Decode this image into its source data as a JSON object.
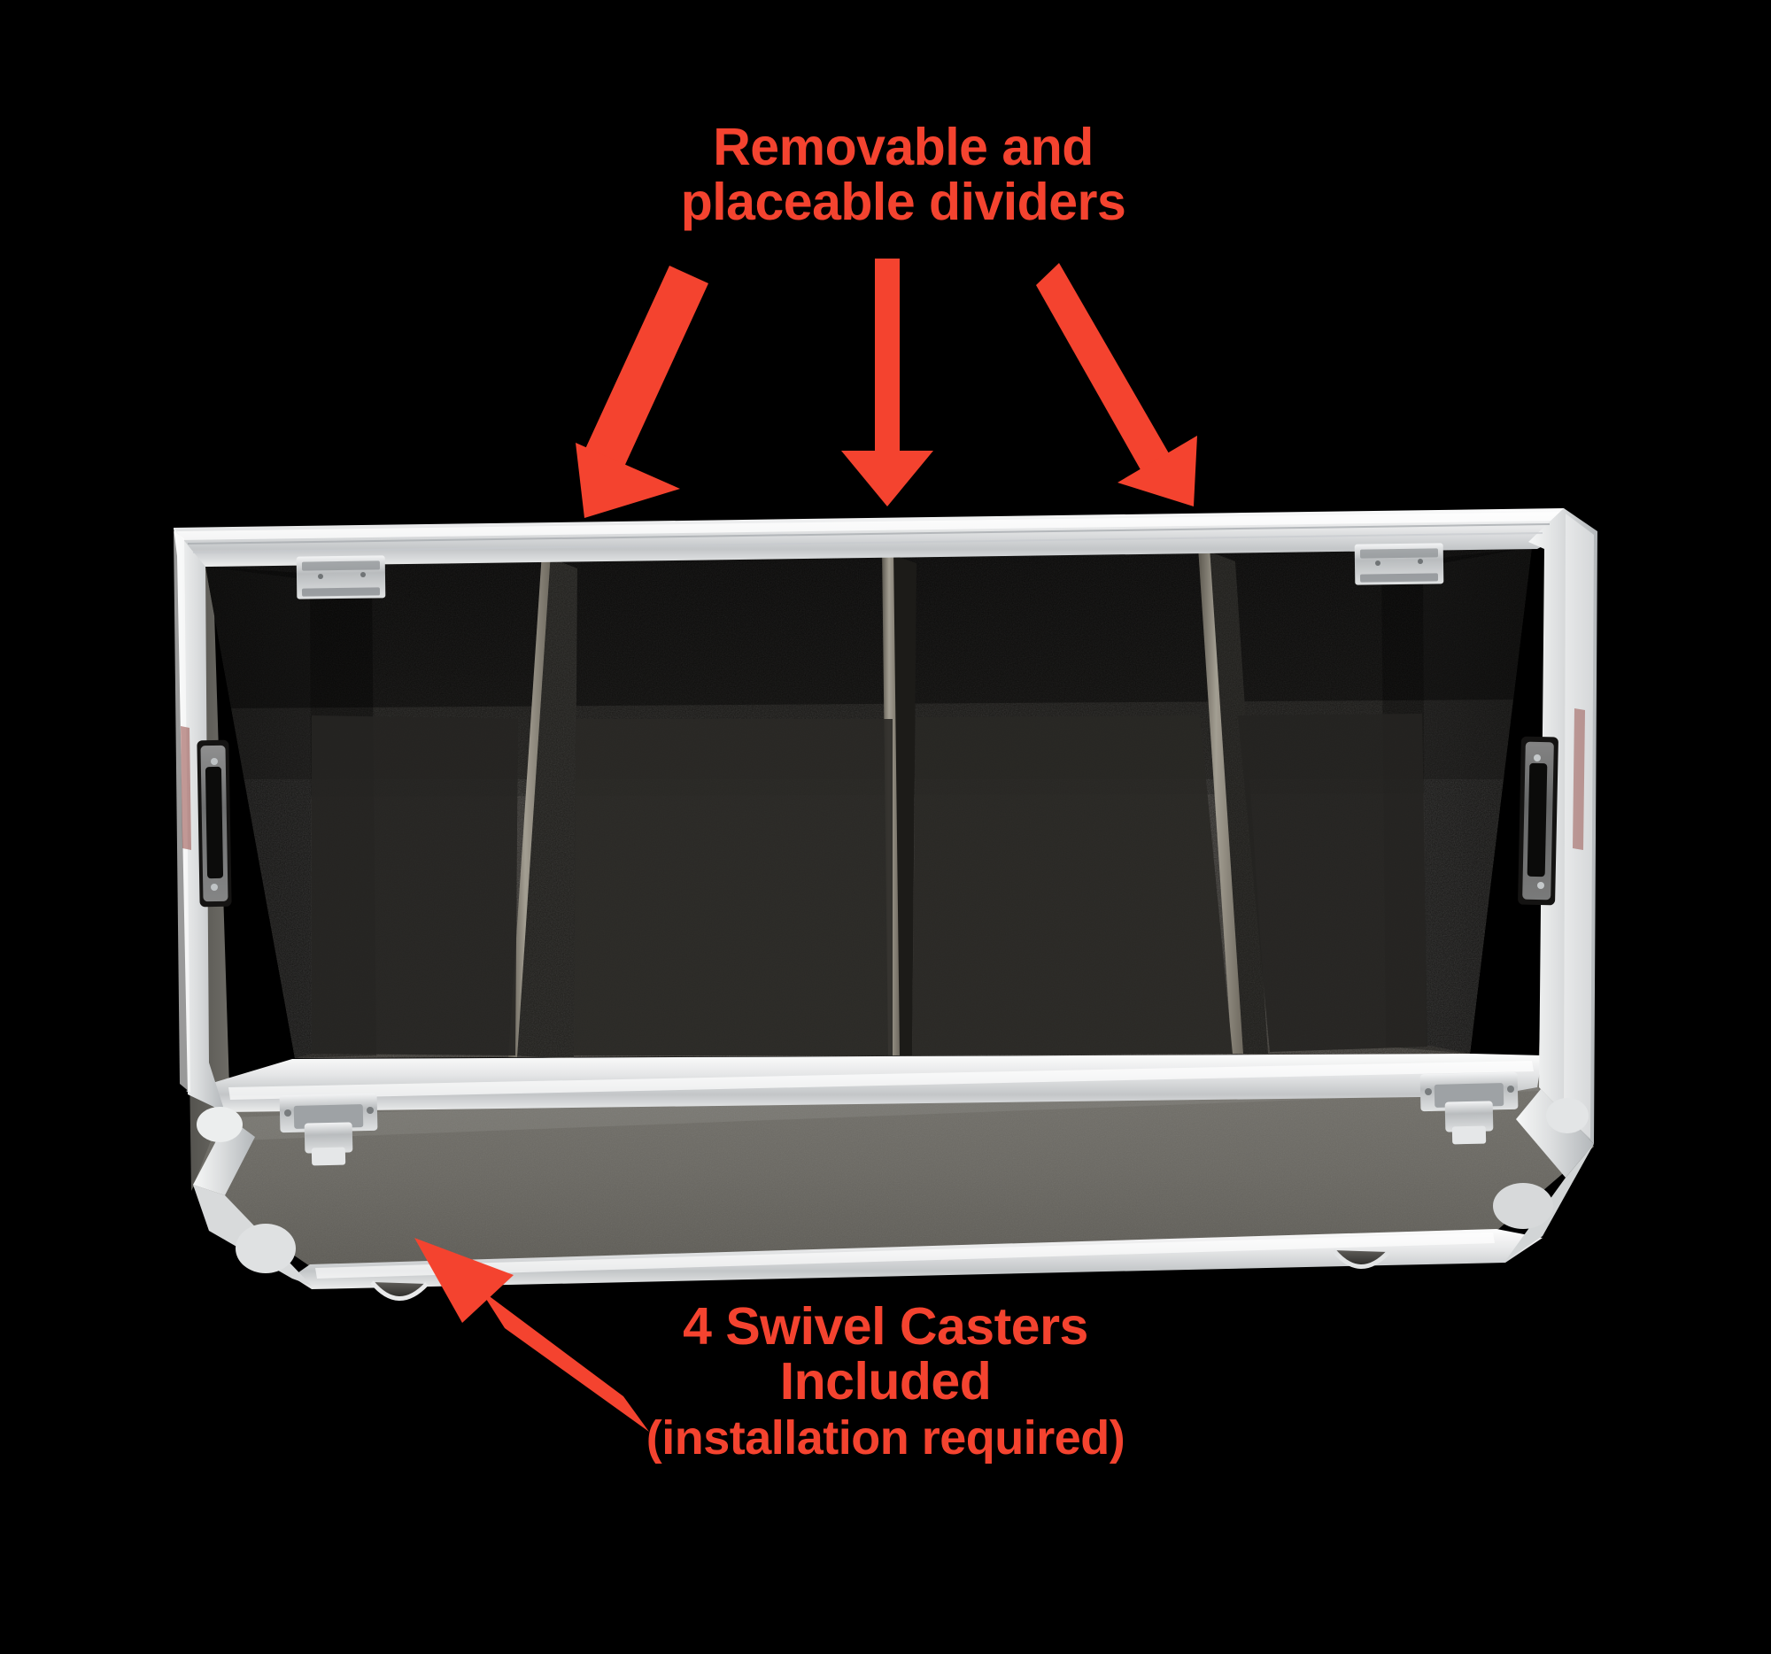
{
  "background_color": "#000000",
  "accent_color": "#F4432F",
  "annotations": {
    "dividers": {
      "line1": "Removable and",
      "line2": "placeable dividers",
      "arrow_count": 3,
      "arrow_names": [
        "divider-arrow-left",
        "divider-arrow-center",
        "divider-arrow-right"
      ]
    },
    "casters": {
      "line1": "4 Swivel Casters",
      "line2": "Included",
      "line3": "(installation required)",
      "arrow_count": 1,
      "arrow_names": [
        "caster-arrow"
      ]
    }
  },
  "product": {
    "type": "road-case",
    "description": "Open black flight case with aluminum edging",
    "compartments": 4,
    "divider_count": 3,
    "hinge_count": 2,
    "latch_count": 2,
    "side_handle_count": 2,
    "caster_stub_count": 2,
    "colors": {
      "aluminum_edge": "#E8E9EA",
      "aluminum_edge_shadow": "#9BA0A4",
      "interior_black": "#1B1A18",
      "interior_black_dark": "#0E0D0C",
      "front_panel": "#6B6A65",
      "front_panel_dark": "#55544F",
      "hardware_chrome": "#C9CBCC",
      "divider_edge": "#8E8B82"
    }
  }
}
